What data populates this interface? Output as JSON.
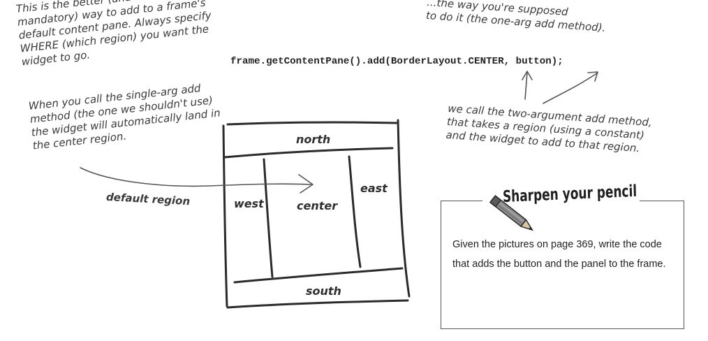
{
  "annotations": {
    "top_left": "This is the better (and usually\nmandatory) way to add to a frame's\ndefault content pane. Always specify\nWHERE (which region) you want the\nwidget to go.",
    "single_arg": "When you call the single-arg add\nmethod (the one we shouldn't use)\nthe widget will automatically land in\nthe center region.",
    "top_right": "...the way you're supposed\nto do it (the one-arg add method).",
    "two_arg": "we call the two-argument add method,\nthat takes a region (using a constant)\nand the widget to add to that region.",
    "default_region": "default region"
  },
  "code": "frame.getContentPane().add(BorderLayout.CENTER, button);",
  "regions": {
    "north": "north",
    "west": "west",
    "center": "center",
    "east": "east",
    "south": "south"
  },
  "sharpen": {
    "title": "Sharpen your pencil",
    "icon": "pencil-icon",
    "body": "Given the pictures on page 369, write the code that adds the button and the panel to the frame."
  }
}
